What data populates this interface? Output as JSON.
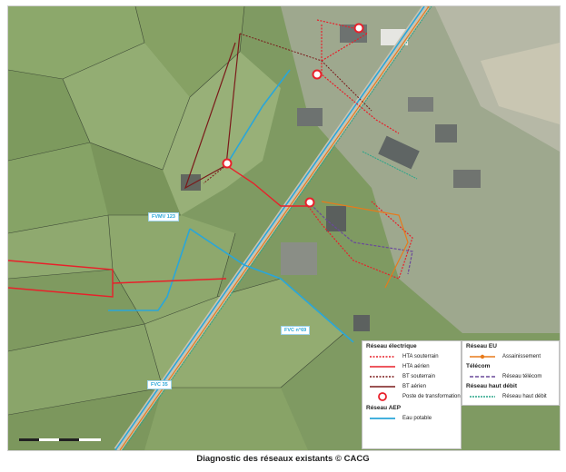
{
  "caption": "Diagnostic des réseaux existants © CACG",
  "map_labels": {
    "road1": "FVMV 123",
    "road2": "FVC n°69",
    "road3": "FVC 35"
  },
  "legend_electric": {
    "title": "Réseau électrique",
    "items": [
      {
        "label": "HTA souterrain",
        "color": "#e8202a",
        "style": "dotted"
      },
      {
        "label": "HTA aérien",
        "color": "#e8202a",
        "style": "solid"
      },
      {
        "label": "BT souterrain",
        "color": "#7a1a1a",
        "style": "dotted"
      },
      {
        "label": "BT aérien",
        "color": "#7a1a1a",
        "style": "solid"
      },
      {
        "label": "Poste de transformation",
        "color": "#e8202a",
        "style": "circle"
      }
    ],
    "aep_title": "Réseau AEP",
    "aep_item": {
      "label": "Eau potable",
      "color": "#2aa6d8"
    }
  },
  "legend_eu": {
    "title": "Réseau EU",
    "item": {
      "label": "Assainissement",
      "color": "#e87a1a"
    },
    "telecom_title": "Télécom",
    "telecom_item": {
      "label": "Réseau télécom",
      "color": "#6a4a9a"
    },
    "hd_title": "Réseau haut débit",
    "hd_item": {
      "label": "Réseau haut débit",
      "color": "#2aa68a"
    }
  },
  "colors": {
    "field_light": "#8aa36a",
    "field_dark": "#6e8a55",
    "parcel_line": "#3e4a36",
    "hta": "#e8202a",
    "bt": "#7a1a1a",
    "aep": "#2aa6d8",
    "eu": "#e87a1a",
    "telecom": "#6a4a9a",
    "hd": "#2aa68a"
  }
}
